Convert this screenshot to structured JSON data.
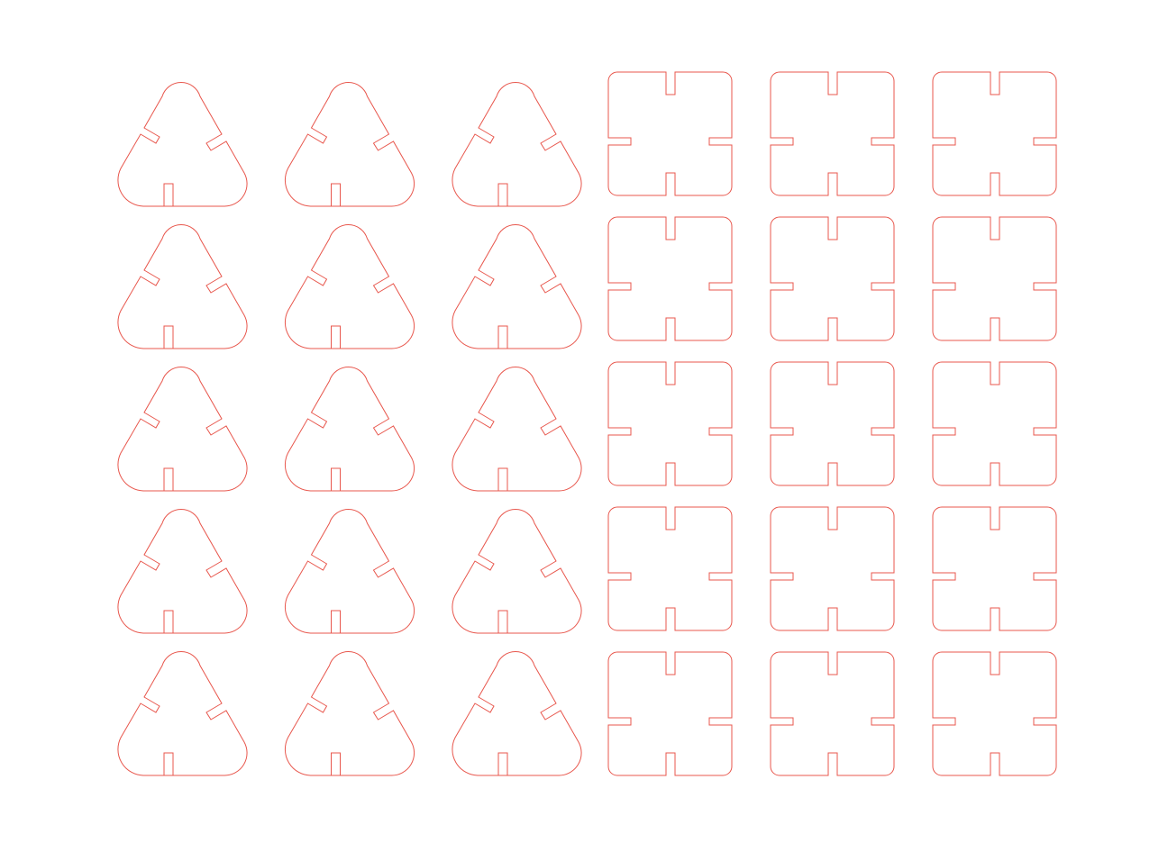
{
  "drawing": {
    "stroke_color": "#e8574d",
    "background_color": "#ffffff",
    "triangle_connectors": {
      "rows": 5,
      "columns": 3
    },
    "square_connectors": {
      "rows": 5,
      "columns": 3
    }
  }
}
